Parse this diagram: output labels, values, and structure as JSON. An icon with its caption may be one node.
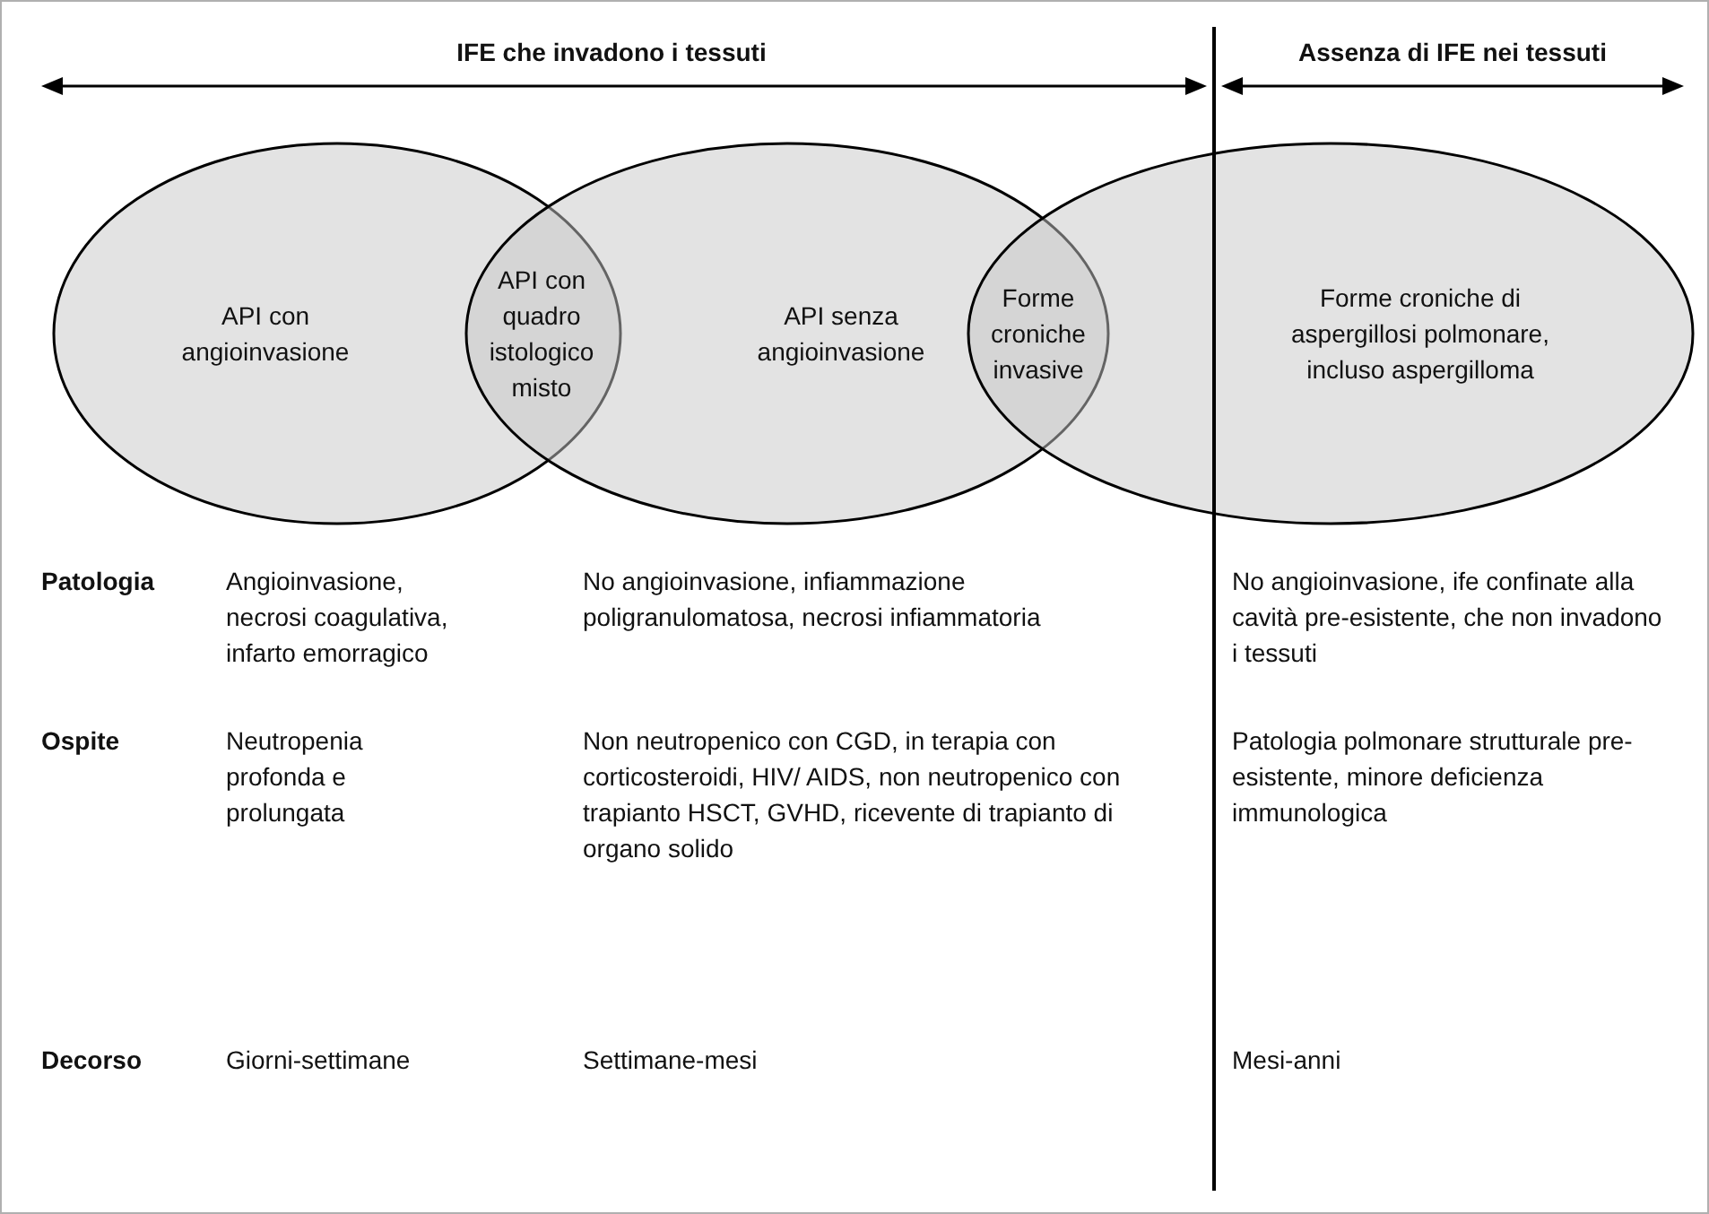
{
  "diagram": {
    "nodes": [
      {
        "text": [
          "API con angioinvasione"
        ]
      },
      {
        "text": [
          "API con quadro istologico misto"
        ]
      },
      {
        "text": [
          "API senza angioinvasione"
        ]
      },
      {
        "text": [
          "Forme croniche invasive"
        ]
      },
      {
        "text": [
          "Forme croniche di aspergillosi polmonare, incluso aspergilloma"
        ]
      }
    ],
    "labels": [
      "IFE che invadono i tessuti",
      "Assenza di IFE nei tessuti",
      "Patologia",
      "Angioinvasione, necrosi coagulativa, infarto emorragico",
      "No angioinvasione, infiammazione poligranulomatosa, necrosi infiammatoria",
      "No angioinvasione, ife confinate alla cavità pre-esistente, che non invadono i tessuti",
      "Ospite",
      "Neutropenia profonda e prolungata",
      "Non neutropenico con CGD, in terapia con corticosteroidi, HIV/ AIDS, non neutropenico con trapianto HSCT, GVHD, ricevente di trapianto di organo solido",
      "Patologia polmonare strutturale pre-esistente, minore deficienza immunologica",
      "Decorso",
      "Giorni-settimane",
      "Settimane-mesi",
      "Mesi-anni"
    ]
  }
}
